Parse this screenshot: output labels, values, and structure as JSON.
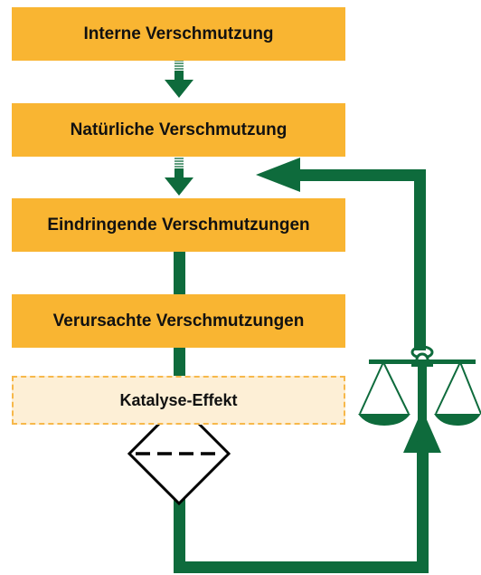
{
  "steps": [
    {
      "label": "Interne Verschmutzung"
    },
    {
      "label": "Natürliche Verschmutzung"
    },
    {
      "label": "Eindringende Verschmutzungen"
    },
    {
      "label": "Verursachte Verschmutzungen"
    }
  ],
  "catalysis": {
    "label": "Katalyse-Effekt"
  },
  "colors": {
    "box_fill": "#f9b532",
    "catalysis_fill": "#fdefd6",
    "catalysis_border": "#f7b84a",
    "flow": "#0e6b3c",
    "text": "#111111"
  },
  "icons": {
    "filter": "filter-diamond-icon",
    "balance": "balance-scale-icon"
  }
}
